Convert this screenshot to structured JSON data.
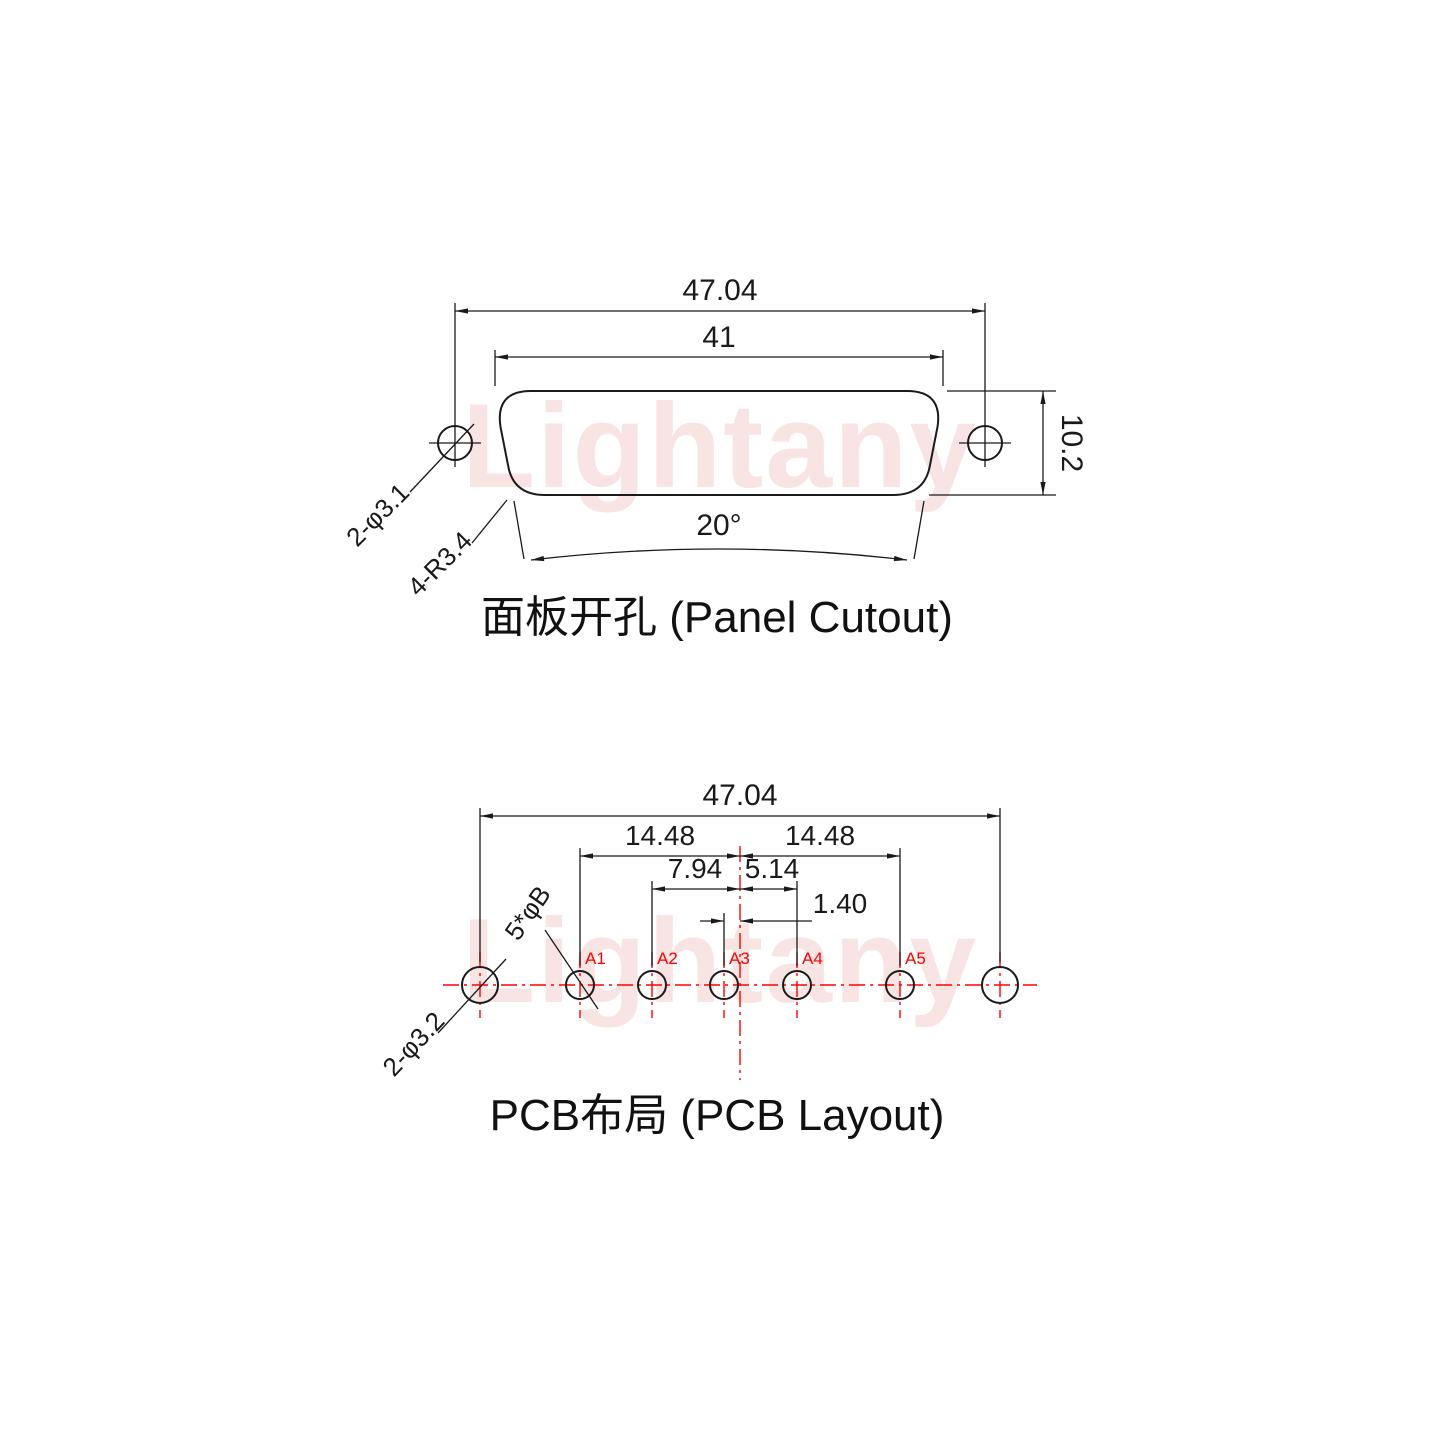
{
  "watermark": {
    "text": "Lightany"
  },
  "colors": {
    "line": "#1a1a1a",
    "centerline_red": "#ff0000",
    "pin_label_red": "#ff0000",
    "watermark_pink": "#f5cfcf"
  },
  "panel_cutout": {
    "title": "面板开孔 (Panel Cutout)",
    "dim_overall": "47.04",
    "dim_opening_width": "41",
    "dim_height": "10.2",
    "dim_angle": "20°",
    "label_mount_holes": "2-φ3.1",
    "label_corner_radius": "4-R3.4"
  },
  "pcb_layout": {
    "title": "PCB布局 (PCB Layout)",
    "dim_overall": "47.04",
    "dim_a1_to_center": "14.48",
    "dim_center_to_a5": "14.48",
    "dim_a2_to_center": "7.94",
    "dim_center_to_a4": "5.14",
    "dim_a3_to_center": "1.40",
    "label_pin_holes": "5*φB",
    "label_mount_holes": "2-φ3.2",
    "pins": [
      {
        "label": "A1"
      },
      {
        "label": "A2"
      },
      {
        "label": "A3"
      },
      {
        "label": "A4"
      },
      {
        "label": "A5"
      }
    ]
  }
}
